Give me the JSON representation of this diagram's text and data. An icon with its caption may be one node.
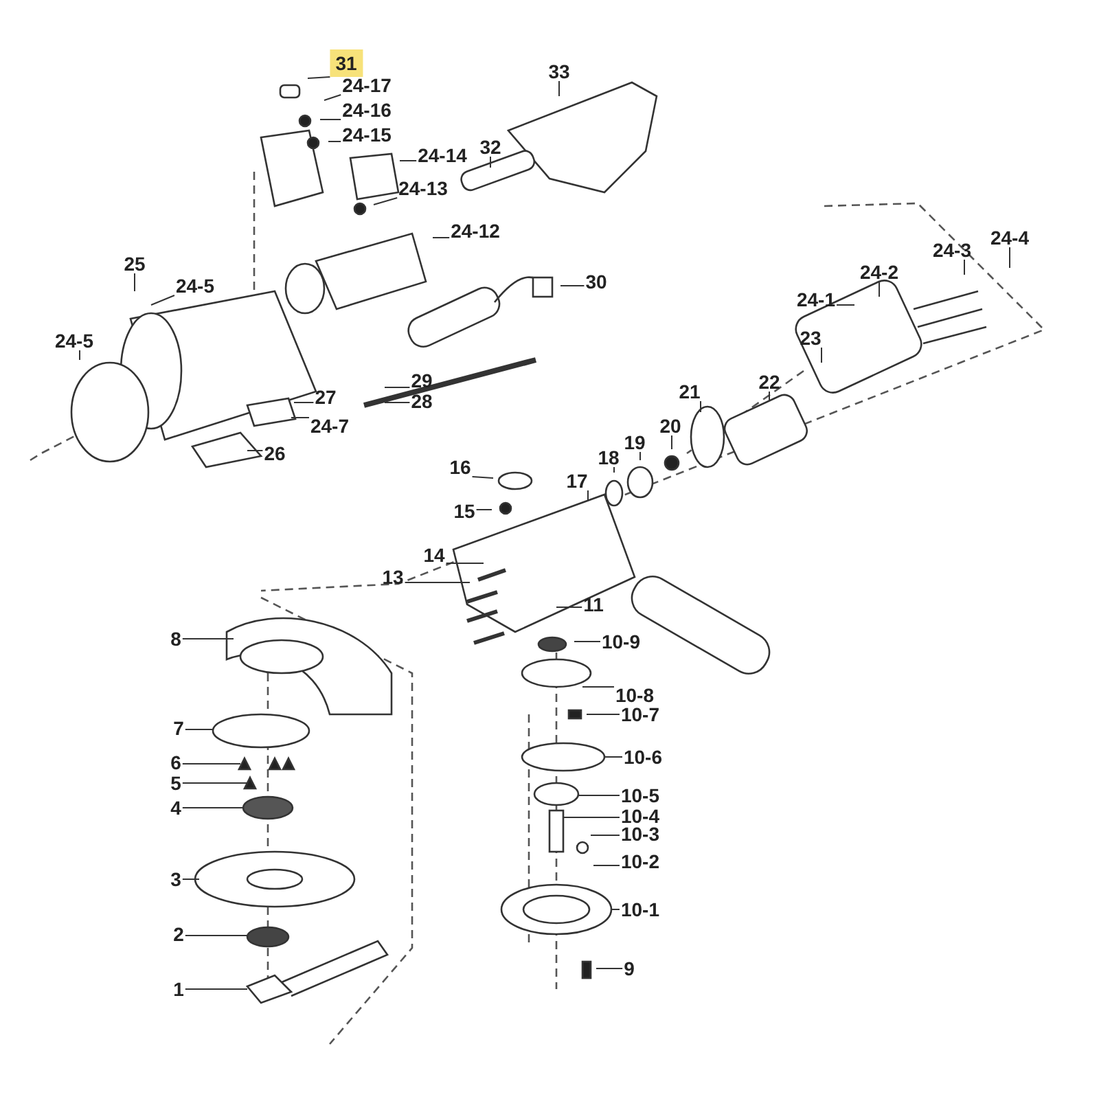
{
  "diagram": {
    "nodes": [
      {
        "text": [
          "31"
        ]
      },
      {
        "text": [
          "24-17"
        ]
      },
      {
        "text": [
          "33"
        ]
      },
      {
        "text": [
          "24-16"
        ]
      },
      {
        "text": [
          "24-15"
        ]
      },
      {
        "text": [
          "32"
        ]
      },
      {
        "text": [
          "24-14"
        ]
      },
      {
        "text": [
          "24-13"
        ]
      },
      {
        "text": [
          "24-12"
        ]
      },
      {
        "text": [
          "24-3"
        ]
      },
      {
        "text": [
          "24-4"
        ]
      },
      {
        "text": [
          "25"
        ]
      },
      {
        "text": [
          "24-5"
        ]
      },
      {
        "text": [
          "30"
        ]
      },
      {
        "text": [
          "24-2"
        ]
      },
      {
        "text": [
          "24-1"
        ]
      },
      {
        "text": [
          "23"
        ]
      },
      {
        "text": [
          "24-5"
        ]
      },
      {
        "text": [
          "29"
        ]
      },
      {
        "text": [
          "28"
        ]
      },
      {
        "text": [
          "21"
        ]
      },
      {
        "text": [
          "22"
        ]
      },
      {
        "text": [
          "27"
        ]
      },
      {
        "text": [
          "24-7"
        ]
      },
      {
        "text": [
          "20"
        ]
      },
      {
        "text": [
          "19"
        ]
      },
      {
        "text": [
          "18"
        ]
      },
      {
        "text": [
          "26"
        ]
      },
      {
        "text": [
          "17"
        ]
      },
      {
        "text": [
          "16"
        ]
      },
      {
        "text": [
          "15"
        ]
      },
      {
        "text": [
          "14"
        ]
      },
      {
        "text": [
          "13"
        ]
      },
      {
        "text": [
          "11"
        ]
      },
      {
        "text": [
          "8"
        ]
      },
      {
        "text": [
          "10-9"
        ]
      },
      {
        "text": [
          "10-8"
        ]
      },
      {
        "text": [
          "10-7"
        ]
      },
      {
        "text": [
          "7"
        ]
      },
      {
        "text": [
          "10-6"
        ]
      },
      {
        "text": [
          "6"
        ]
      },
      {
        "text": [
          "5"
        ]
      },
      {
        "text": [
          "10-5"
        ]
      },
      {
        "text": [
          "4"
        ]
      },
      {
        "text": [
          "10-4"
        ]
      },
      {
        "text": [
          "10-3"
        ]
      },
      {
        "text": [
          "10-2"
        ]
      },
      {
        "text": [
          "3"
        ]
      },
      {
        "text": [
          "10-1"
        ]
      },
      {
        "text": [
          "2"
        ]
      },
      {
        "text": [
          "9"
        ]
      },
      {
        "text": [
          "1"
        ]
      }
    ],
    "edges": [
      {
        "from": 0,
        "to": null,
        "arrow": "none"
      },
      {
        "from": 1,
        "to": null,
        "arrow": "none"
      },
      {
        "from": 2,
        "to": null,
        "arrow": "none"
      },
      {
        "from": 3,
        "to": null,
        "arrow": "none"
      },
      {
        "from": 4,
        "to": null,
        "arrow": "none"
      },
      {
        "from": 5,
        "to": null,
        "arrow": "none"
      },
      {
        "from": 6,
        "to": null,
        "arrow": "none"
      },
      {
        "from": 7,
        "to": null,
        "arrow": "none"
      },
      {
        "from": 8,
        "to": null,
        "arrow": "none"
      },
      {
        "from": 9,
        "to": null,
        "arrow": "none"
      },
      {
        "from": 10,
        "to": null,
        "arrow": "none"
      },
      {
        "from": 11,
        "to": null,
        "arrow": "none"
      },
      {
        "from": 12,
        "to": null,
        "arrow": "none"
      },
      {
        "from": 13,
        "to": null,
        "arrow": "none"
      },
      {
        "from": 14,
        "to": null,
        "arrow": "none"
      },
      {
        "from": 15,
        "to": null,
        "arrow": "none"
      },
      {
        "from": 16,
        "to": null,
        "arrow": "none"
      },
      {
        "from": 17,
        "to": null,
        "arrow": "none"
      },
      {
        "from": 18,
        "to": null,
        "arrow": "none"
      },
      {
        "from": 19,
        "to": null,
        "arrow": "none"
      },
      {
        "from": 20,
        "to": null,
        "arrow": "none"
      },
      {
        "from": 21,
        "to": null,
        "arrow": "none"
      },
      {
        "from": 22,
        "to": null,
        "arrow": "none"
      },
      {
        "from": 23,
        "to": null,
        "arrow": "none"
      },
      {
        "from": 24,
        "to": null,
        "arrow": "none"
      },
      {
        "from": 25,
        "to": null,
        "arrow": "none"
      },
      {
        "from": 26,
        "to": null,
        "arrow": "none"
      },
      {
        "from": 27,
        "to": null,
        "arrow": "none"
      },
      {
        "from": 28,
        "to": null,
        "arrow": "none"
      },
      {
        "from": 29,
        "to": null,
        "arrow": "none"
      },
      {
        "from": 30,
        "to": null,
        "arrow": "none"
      },
      {
        "from": 31,
        "to": null,
        "arrow": "none"
      },
      {
        "from": 32,
        "to": null,
        "arrow": "none"
      },
      {
        "from": 33,
        "to": null,
        "arrow": "none"
      },
      {
        "from": 34,
        "to": null,
        "arrow": "none"
      },
      {
        "from": 35,
        "to": null,
        "arrow": "none"
      },
      {
        "from": 36,
        "to": null,
        "arrow": "none"
      },
      {
        "from": 37,
        "to": null,
        "arrow": "none"
      },
      {
        "from": 38,
        "to": null,
        "arrow": "none"
      },
      {
        "from": 39,
        "to": null,
        "arrow": "none"
      },
      {
        "from": 40,
        "to": null,
        "arrow": "none"
      },
      {
        "from": 41,
        "to": null,
        "arrow": "none"
      },
      {
        "from": 42,
        "to": null,
        "arrow": "none"
      },
      {
        "from": 43,
        "to": null,
        "arrow": "none"
      },
      {
        "from": 44,
        "to": null,
        "arrow": "none"
      },
      {
        "from": 45,
        "to": null,
        "arrow": "none"
      },
      {
        "from": 46,
        "to": null,
        "arrow": "none"
      },
      {
        "from": 47,
        "to": null,
        "arrow": "none"
      },
      {
        "from": 48,
        "to": null,
        "arrow": "none"
      },
      {
        "from": 49,
        "to": null,
        "arrow": "none"
      },
      {
        "from": 50,
        "to": null,
        "arrow": "none"
      },
      {
        "from": 51,
        "to": null,
        "arrow": "none"
      }
    ]
  }
}
